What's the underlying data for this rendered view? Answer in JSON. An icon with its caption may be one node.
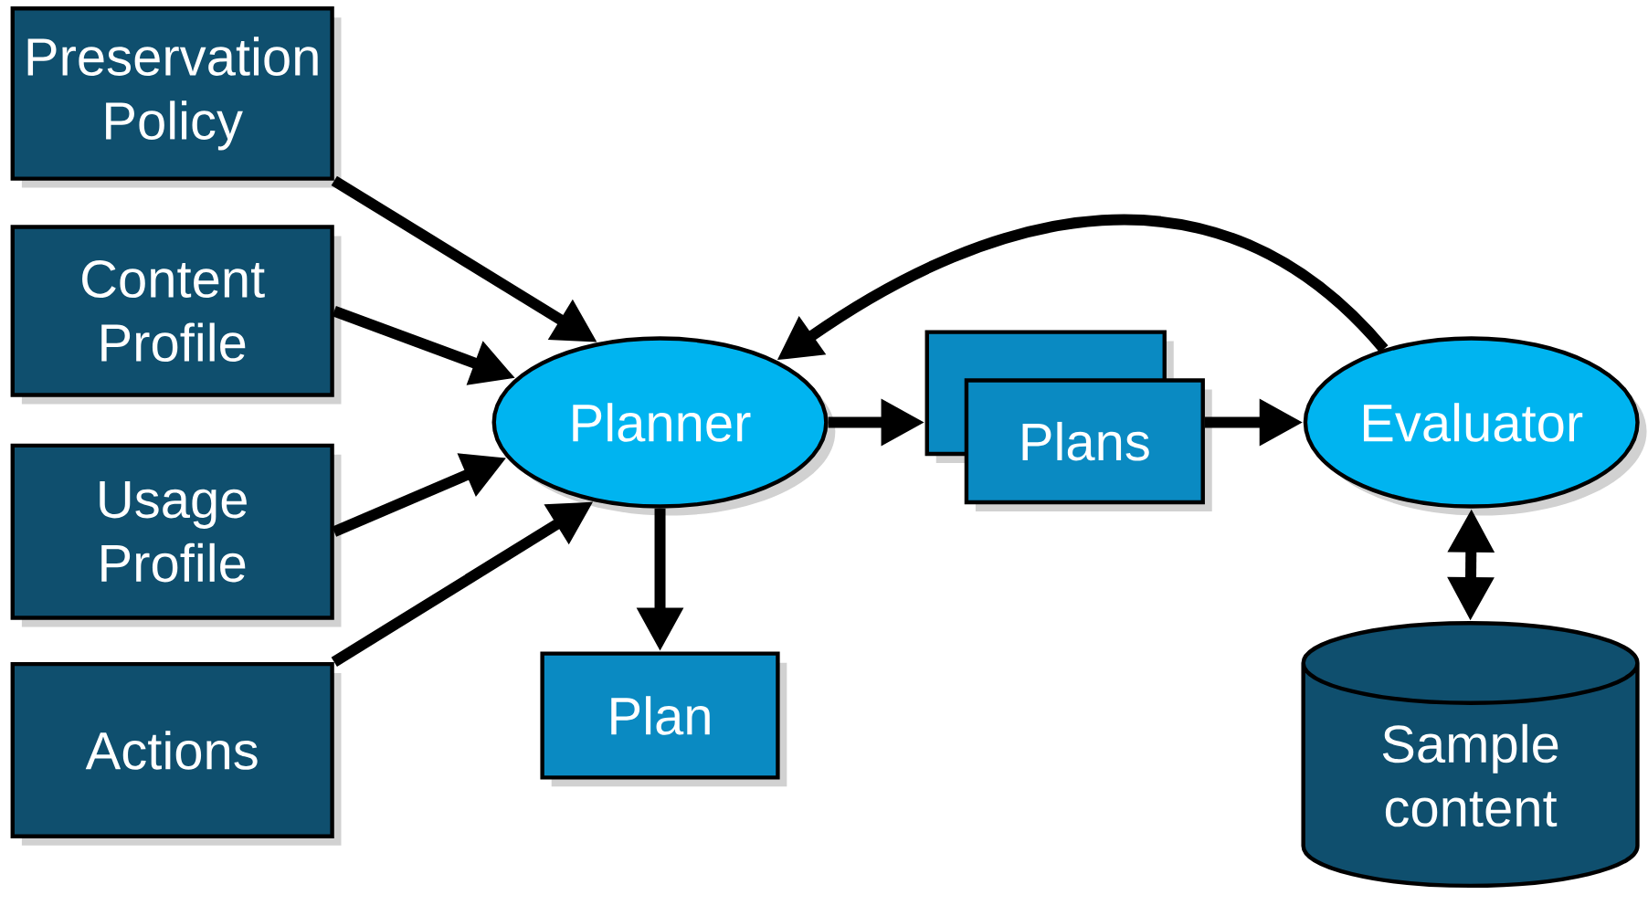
{
  "diagram": {
    "nodes": [
      {
        "text": [
          "Preservation Policy"
        ]
      },
      {
        "text": [
          "Content Profile"
        ]
      },
      {
        "text": [
          "Usage Profile"
        ]
      },
      {
        "text": [
          "Actions"
        ]
      },
      {
        "text": [
          "Planner"
        ]
      },
      {
        "text": [],
        "shape": "box"
      },
      {
        "text": [
          "Plans"
        ]
      },
      {
        "text": [
          "Plan"
        ]
      },
      {
        "text": [
          "Evaluator"
        ]
      },
      {
        "text": [
          "Sample content"
        ]
      }
    ],
    "edges": [
      {
        "from": 0,
        "to": 4,
        "arrow": "to"
      },
      {
        "from": 1,
        "to": 4,
        "arrow": "to"
      },
      {
        "from": 2,
        "to": 4,
        "arrow": "to"
      },
      {
        "from": 3,
        "to": 4,
        "arrow": "to"
      },
      {
        "from": 4,
        "to": 5,
        "arrow": "to"
      },
      {
        "from": 6,
        "to": 8,
        "arrow": "to"
      },
      {
        "from": 8,
        "to": 4,
        "arrow": "to"
      },
      {
        "from": 4,
        "to": 7,
        "arrow": "to"
      },
      {
        "from": 8,
        "to": 9,
        "arrow": "both"
      }
    ]
  }
}
